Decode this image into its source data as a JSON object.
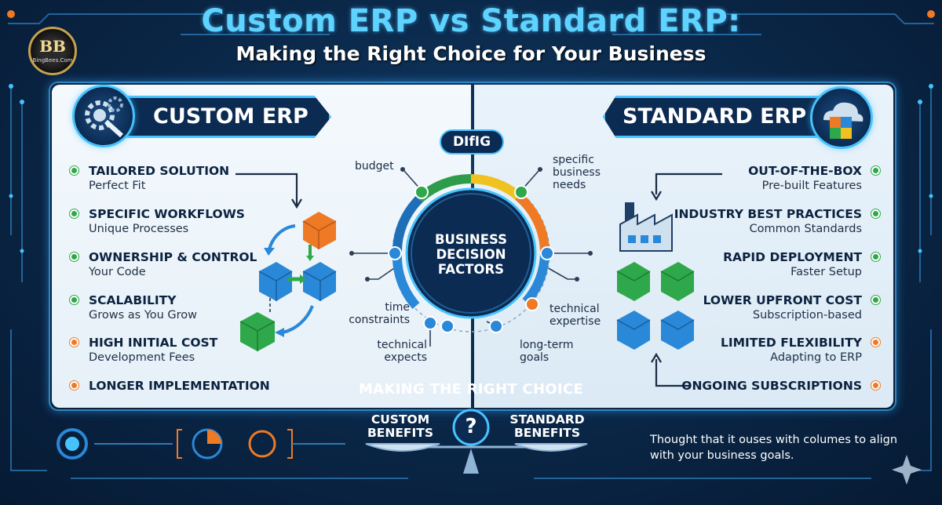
{
  "header": {
    "title": "Custom ERP vs Standard ERP:",
    "subtitle": "Making the Right Choice for Your Business",
    "logo_text": "BingBees.Com",
    "logo_monogram": "BB"
  },
  "custom": {
    "banner": "CUSTOM ERP",
    "items": [
      {
        "title": "TAILORED SOLUTION",
        "sub": "Perfect Fit",
        "status": "green"
      },
      {
        "title": "SPECIFIC WORKFLOWS",
        "sub": "Unique Processes",
        "status": "green"
      },
      {
        "title": "OWNERSHIP & CONTROL",
        "sub": "Your Code",
        "status": "green"
      },
      {
        "title": "SCALABILITY",
        "sub": "Grows as You Grow",
        "status": "green"
      },
      {
        "title": "HIGH INITIAL COST",
        "sub": "Development Fees",
        "status": "orange"
      },
      {
        "title": "LONGER IMPLEMENTATION",
        "sub": "",
        "status": "orange"
      }
    ]
  },
  "standard": {
    "banner": "STANDARD ERP",
    "items": [
      {
        "title": "OUT-OF-THE-BOX",
        "sub": "Pre-built Features",
        "status": "green"
      },
      {
        "title": "INDUSTRY BEST PRACTICES",
        "sub": "Common Standards",
        "status": "green"
      },
      {
        "title": "RAPID DEPLOYMENT",
        "sub": "Faster Setup",
        "status": "green"
      },
      {
        "title": "LOWER UPFRONT COST",
        "sub": "Subscription-based",
        "status": "green"
      },
      {
        "title": "LIMITED FLEXIBILITY",
        "sub": "Adapting to ERP",
        "status": "orange"
      },
      {
        "title": "ONGOING SUBSCRIPTIONS",
        "sub": "",
        "status": "orange"
      }
    ]
  },
  "center": {
    "tag": "DIfIG",
    "hub": "BUSINESS DECISION FACTORS",
    "factors": {
      "budget": "budget",
      "time": "time constraints",
      "tech_expects": "technical expects",
      "specific": "specific business needs",
      "tech_expertise": "technical expertise",
      "long_term": "long-term goals"
    }
  },
  "bottom": {
    "title": "MAKING THE RIGHT CHOICE",
    "custom_benefits": "CUSTOM BENEFITS",
    "standard_benefits": "STANDARD BENEFITS",
    "question": "?",
    "note": "Thought that it ouses with columes to align with your business goals."
  },
  "colors": {
    "green": "#2ea84a",
    "orange": "#ee7a26",
    "accent": "#46c3ff",
    "navy": "#0b2b52"
  }
}
